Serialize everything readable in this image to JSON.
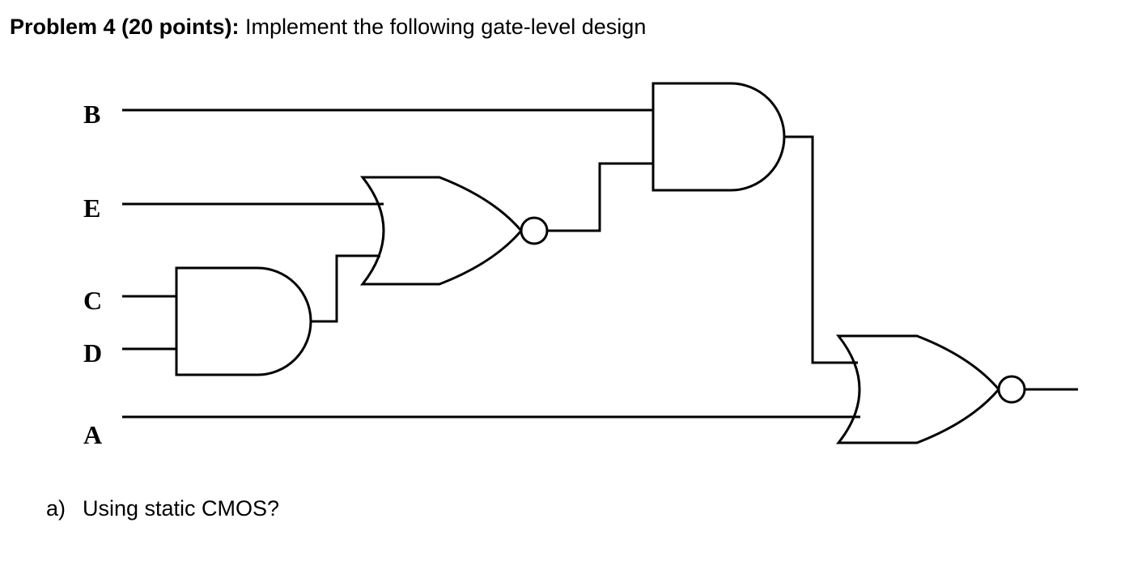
{
  "header": {
    "problem_label": "Problem 4 (20 points):",
    "problem_text": " Implement the following gate-level design"
  },
  "diagram": {
    "inputs": {
      "b": "B",
      "e": "E",
      "c": "C",
      "d": "D",
      "a": "A"
    }
  },
  "questions": [
    {
      "marker": "a)",
      "text": "Using static CMOS?"
    }
  ]
}
